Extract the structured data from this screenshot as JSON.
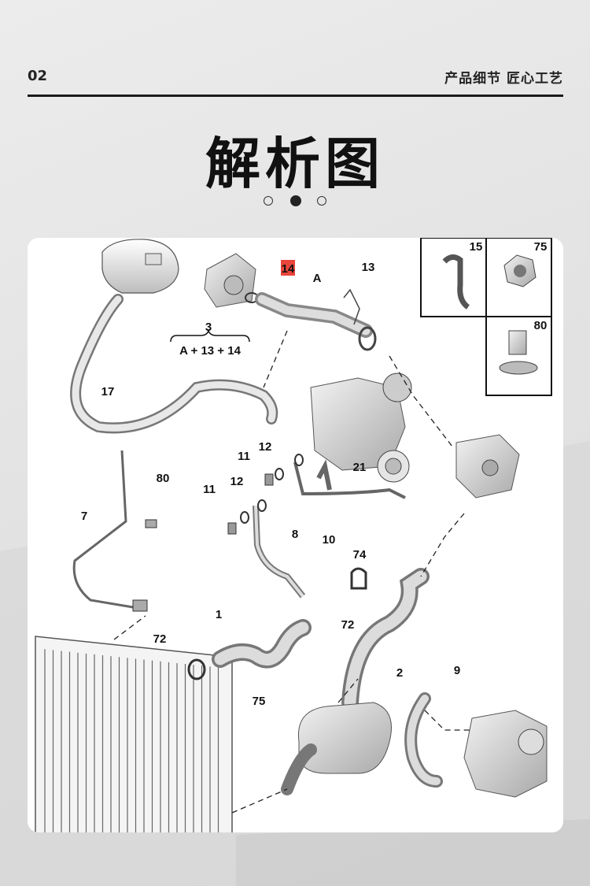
{
  "header": {
    "page_number": "02",
    "slogan": "产品细节 匠心工艺"
  },
  "title": "解析图",
  "pager": {
    "count": 3,
    "active_index": 1
  },
  "diagram": {
    "assembly": {
      "number": "3",
      "formula": "A + 13 + 14"
    },
    "part_labels": [
      "14",
      "A",
      "13",
      "15",
      "75",
      "80",
      "17",
      "12",
      "11",
      "21",
      "80",
      "7",
      "11",
      "12",
      "8",
      "10",
      "74",
      "72",
      "1",
      "72",
      "2",
      "9",
      "75"
    ],
    "highlighted_label": "14",
    "highlight_color": "#e8453c"
  }
}
